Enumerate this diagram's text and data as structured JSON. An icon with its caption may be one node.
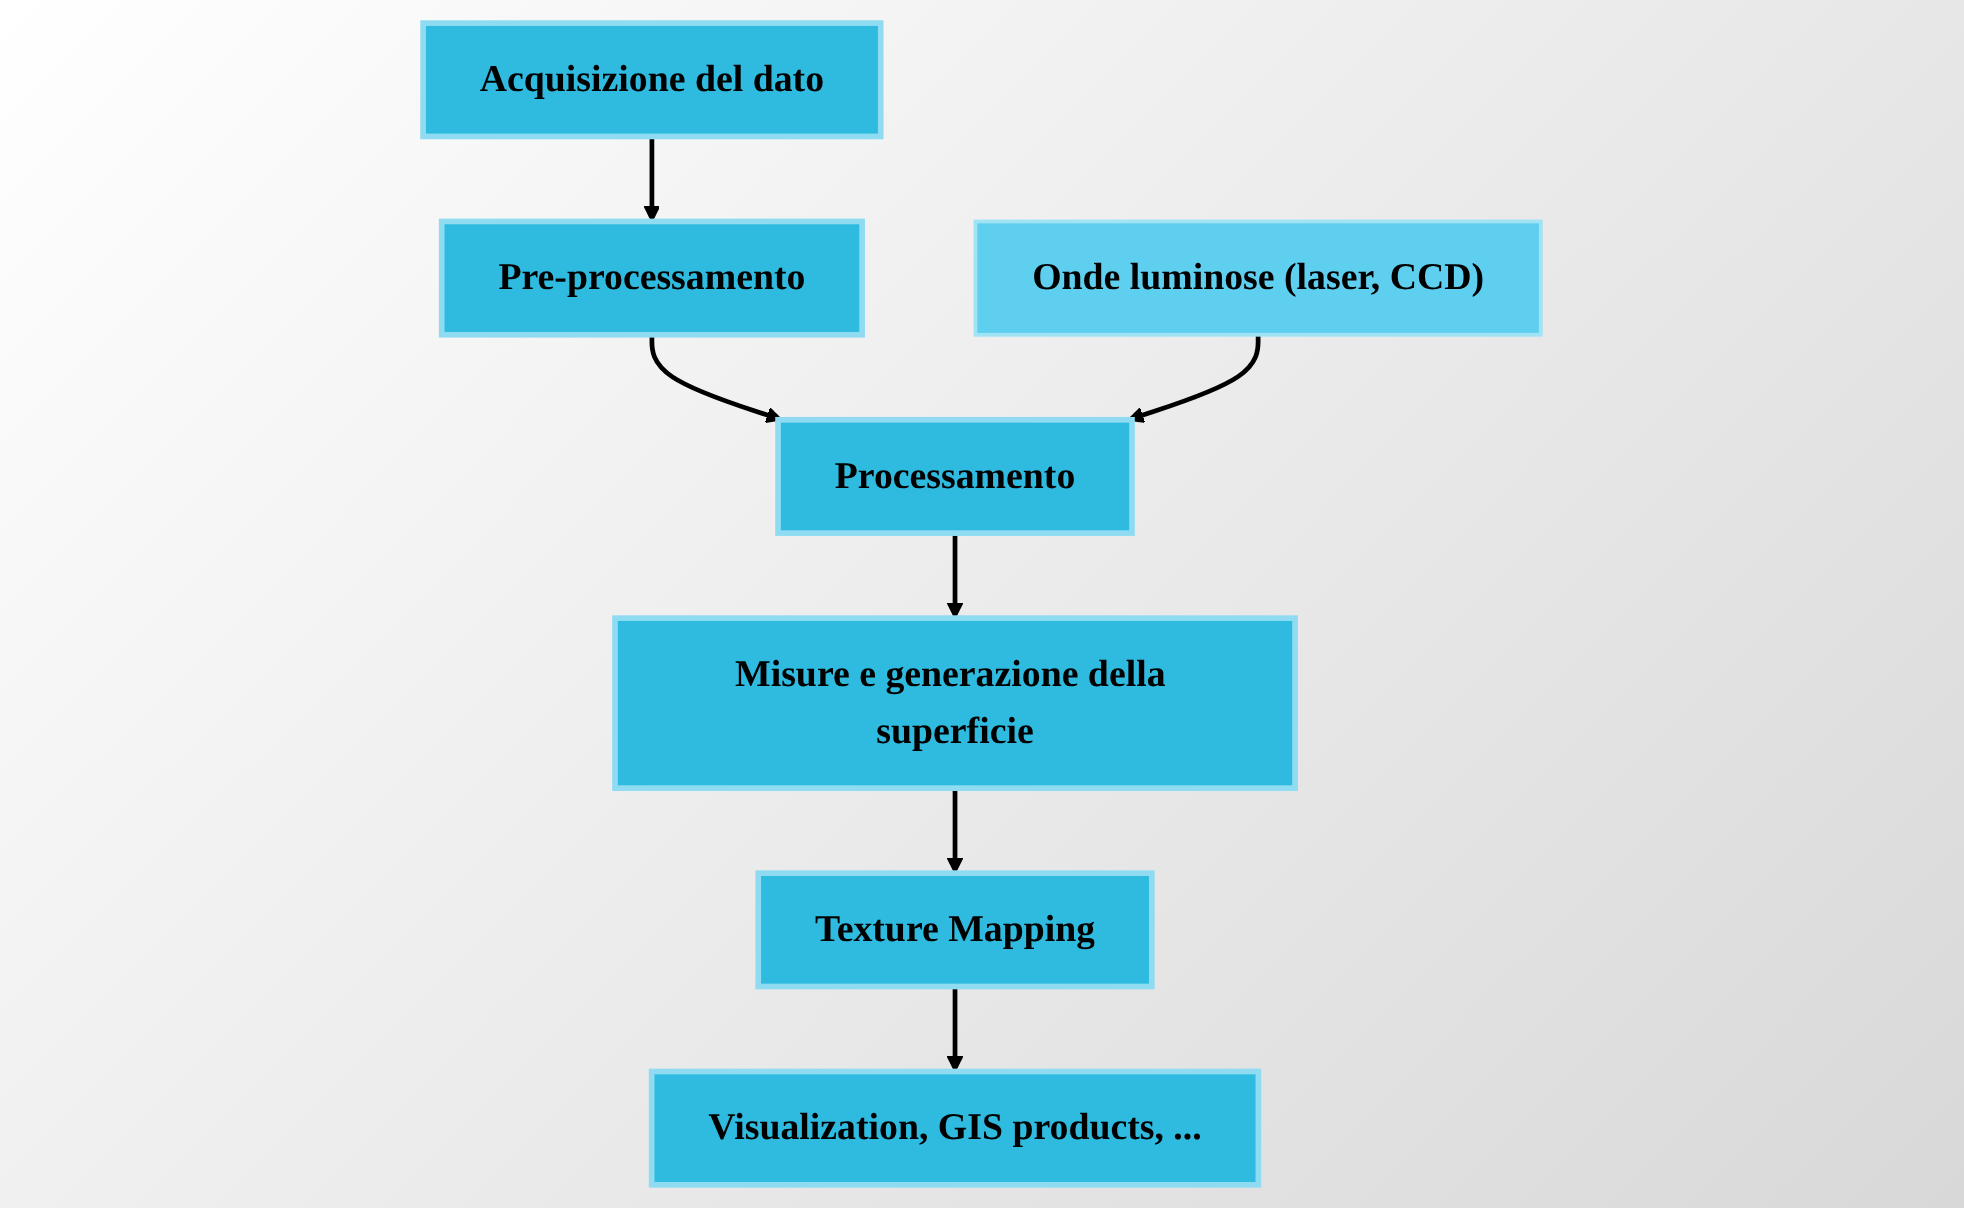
{
  "diagram": {
    "nodes": [
      {
        "text": [
          "Acquisizione del dato"
        ]
      },
      {
        "text": [
          "Pre-processamento"
        ]
      },
      {
        "text": [
          "Processamento"
        ]
      },
      {
        "text": [
          "Misure e generazione della superficie"
        ]
      },
      {
        "text": [
          "Texture Mapping"
        ]
      },
      {
        "text": [
          "Visualization, GIS products, ..."
        ]
      },
      {
        "text": [
          "Onde luminose (laser, CCD)"
        ]
      }
    ],
    "edges": [
      {
        "from": 0,
        "to": 1,
        "arrow": "to"
      },
      {
        "from": 1,
        "to": 2,
        "arrow": "to"
      },
      {
        "from": 2,
        "to": 3,
        "arrow": "to"
      },
      {
        "from": 3,
        "to": 4,
        "arrow": "to"
      },
      {
        "from": 4,
        "to": 5,
        "arrow": "to"
      },
      {
        "from": 6,
        "to": 2,
        "arrow": "to"
      }
    ]
  }
}
